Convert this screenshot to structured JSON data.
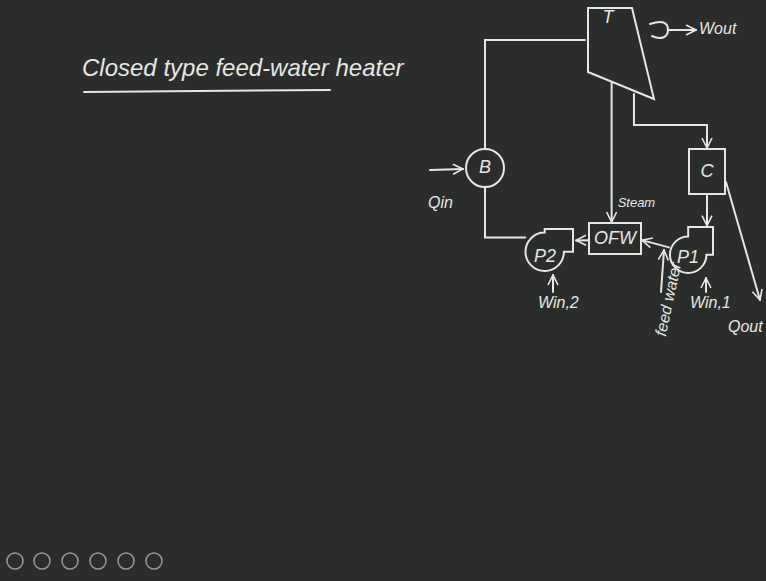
{
  "diagram": {
    "title": "Closed type feed-water heater",
    "nodes": [
      {
        "text": [
          "T"
        ]
      },
      {
        "text": [
          "B"
        ]
      },
      {
        "text": [
          "C"
        ]
      },
      {
        "text": [
          "OFW"
        ]
      },
      {
        "text": [
          "P2"
        ]
      },
      {
        "text": [
          "P1"
        ]
      }
    ],
    "edges": [
      {
        "from": 1,
        "to": 0,
        "arrow": "none"
      },
      {
        "from": 0,
        "to": 2,
        "arrow": "to"
      },
      {
        "from": 0,
        "to": 3,
        "label": "Steam",
        "arrow": "to"
      },
      {
        "from": 2,
        "to": 5,
        "arrow": "to"
      },
      {
        "from": 5,
        "to": 3,
        "arrow": "to"
      },
      {
        "from": 3,
        "to": 4,
        "arrow": "to"
      },
      {
        "from": 4,
        "to": 1,
        "arrow": "none"
      }
    ],
    "labels": [
      "Wout",
      "Qin",
      "Qout",
      "Win,2",
      "feed water",
      "Win,1"
    ]
  }
}
